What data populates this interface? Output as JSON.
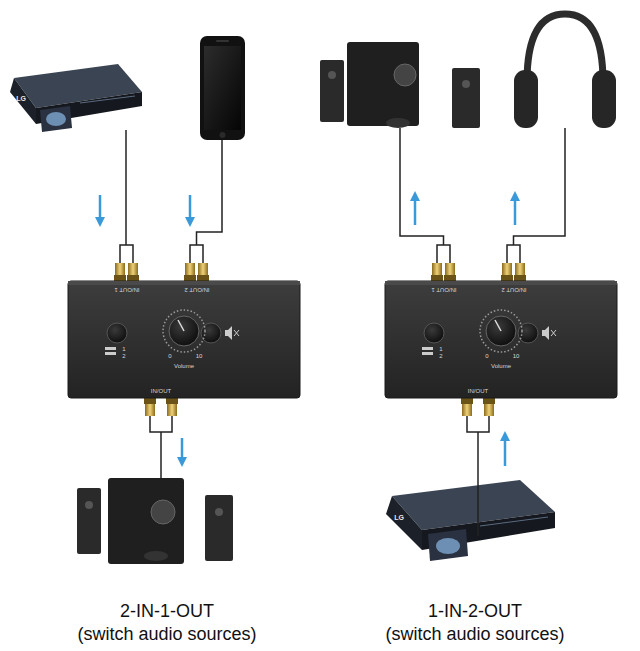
{
  "diagram": {
    "nodes": [
      {
        "text": [
          "IN/OUT 1",
          "IN/OUT 2",
          "Volume",
          "0",
          "10",
          "1",
          "2",
          "IN/OUT"
        ]
      },
      {
        "text": [
          "IN/OUT 1",
          "IN/OUT 2",
          "Volume",
          "0",
          "10",
          "1",
          "2",
          "IN/OUT"
        ]
      }
    ],
    "labels": [
      "2-IN-1-OUT",
      "(switch audio sources)",
      "1-IN-2-OUT",
      "(switch audio sources)",
      "LG",
      "LG"
    ]
  }
}
